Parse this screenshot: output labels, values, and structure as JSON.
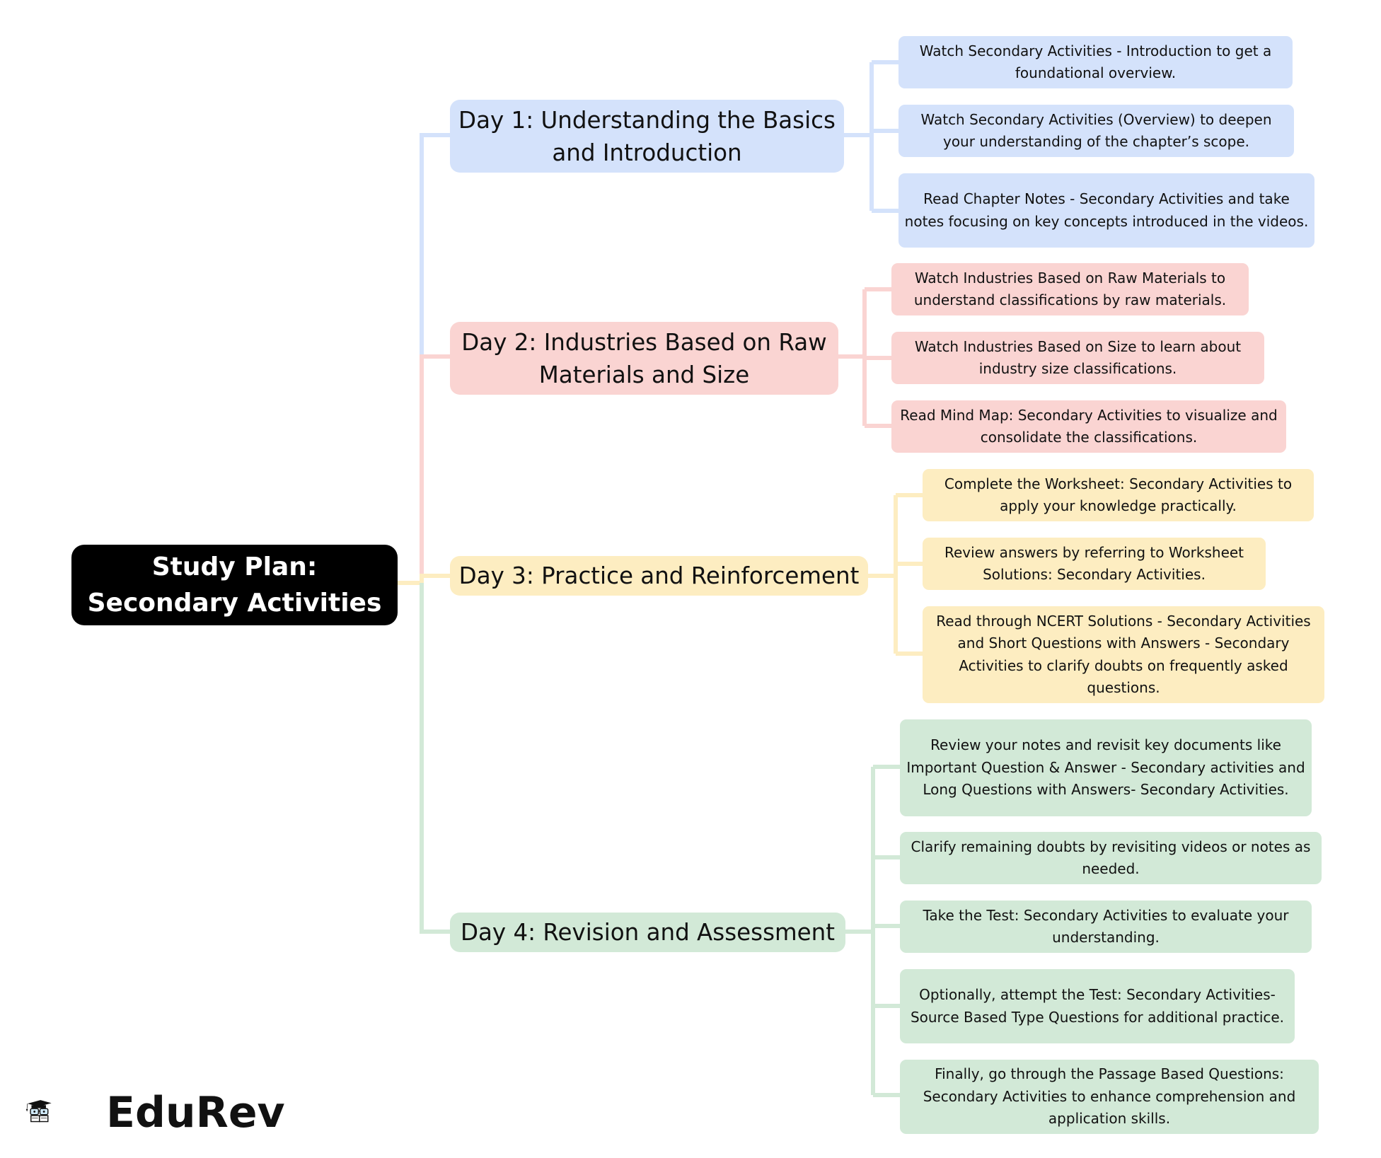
{
  "root": {
    "label": "Study Plan: Secondary Activities"
  },
  "colors": {
    "blue": "#d4e2fb",
    "red": "#fad4d2",
    "yellow": "#fdedc1",
    "green": "#d2e9d7",
    "root": "#000000"
  },
  "days": [
    {
      "label": "Day 1: Understanding the Basics and Introduction",
      "tasks": [
        "Watch Secondary Activities - Introduction to get a foundational overview.",
        "Watch Secondary Activities (Overview) to deepen your understanding of the chapter’s scope.",
        "Read Chapter Notes - Secondary Activities and take notes focusing on key concepts introduced in the videos."
      ]
    },
    {
      "label": "Day 2: Industries Based on Raw Materials and Size",
      "tasks": [
        "Watch Industries Based on Raw Materials to understand classifications by raw materials.",
        "Watch Industries Based on Size to learn about industry size classifications.",
        "Read Mind Map: Secondary Activities to visualize and consolidate the classifications."
      ]
    },
    {
      "label": "Day 3: Practice and Reinforcement",
      "tasks": [
        "Complete the Worksheet: Secondary Activities to apply your knowledge practically.",
        "Review answers by referring to Worksheet Solutions: Secondary Activities.",
        "Read through NCERT Solutions - Secondary Activities and Short Questions with Answers - Secondary Activities to clarify doubts on frequently asked questions."
      ]
    },
    {
      "label": "Day 4: Revision and Assessment",
      "tasks": [
        "Review your notes and revisit key documents like Important Question & Answer - Secondary activities and Long Questions with Answers- Secondary Activities.",
        "Clarify remaining doubts by revisiting videos or notes as needed.",
        "Take the Test: Secondary Activities to evaluate your understanding.",
        "Optionally, attempt the Test: Secondary Activities- Source Based Type Questions for additional practice.",
        "Finally, go through the Passage Based Questions: Secondary Activities to enhance comprehension and application skills."
      ]
    }
  ],
  "logo": {
    "text": "EduRev",
    "icon": "graduation-cap-logo-icon"
  }
}
